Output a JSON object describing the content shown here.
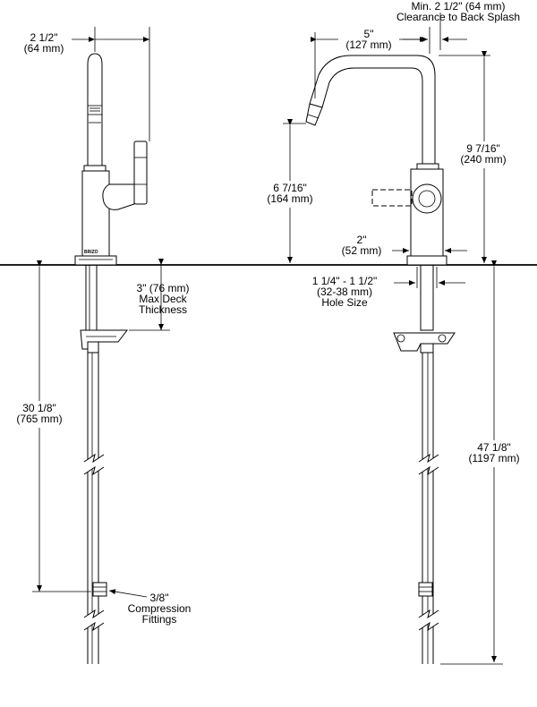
{
  "side_view": {
    "spout_offset": [
      "2 1/2\"",
      "(64 mm)"
    ],
    "deck_thickness": [
      "3\" (76 mm)",
      "Max Deck",
      "Thickness"
    ],
    "supply_length": [
      "30 1/8\"",
      "(765 mm)"
    ],
    "fittings": [
      "3/8\"",
      "Compression",
      "Fittings"
    ],
    "brand_mark": "BRIZO"
  },
  "front_view": {
    "clearance": [
      "Min. 2 1/2\" (64 mm)",
      "Clearance to Back Splash"
    ],
    "spout_reach": [
      "5\"",
      "(127 mm)"
    ],
    "total_height": [
      "9 7/16\"",
      "(240 mm)"
    ],
    "spout_height": [
      "6 7/16\"",
      "(164 mm)"
    ],
    "base_diameter": [
      "2\"",
      "(52 mm)"
    ],
    "hole_size": [
      "1 1/4\" - 1 1/2\"",
      "(32-38 mm)",
      "Hole Size"
    ],
    "overall_length": [
      "47 1/8\"",
      "(1197 mm)"
    ]
  }
}
